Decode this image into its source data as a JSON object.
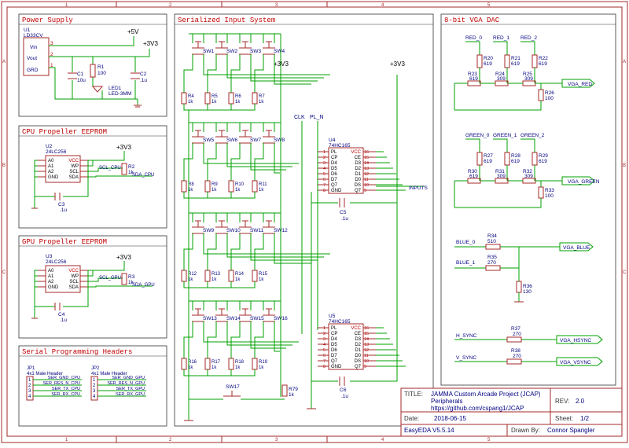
{
  "frame": {
    "columns": [
      "1",
      "2",
      "3",
      "4",
      "5"
    ],
    "rows": [
      "A",
      "B",
      "C"
    ]
  },
  "sections": {
    "power": "Power Supply",
    "cpu_eeprom": "CPU Propeller EEPROM",
    "gpu_eeprom": "GPU Propeller EEPROM",
    "serial": "Serial Programming Headers",
    "input": "Serialized Input System",
    "vga": "8-bit VGA DAC"
  },
  "power": {
    "u1_ref": "U1",
    "u1_part": "LD33CV",
    "pin_vin": "Vin",
    "pin_vout": "Vout",
    "pin_grd": "GRD",
    "pin3": "3",
    "pin2": "2",
    "pin1": "1",
    "rail_5v": "+5V",
    "rail_3v3": "+3V3",
    "c1": "C1",
    "c1v": "10u",
    "r1": "R1",
    "r1v": "100",
    "c2": "C2",
    "c2v": ".1u",
    "led1": "LED1",
    "led1v": "LED-3MM"
  },
  "cpu_eeprom": {
    "u2": "U2",
    "u2v": "24LC256",
    "pins_left": [
      "A0",
      "A1",
      "A2",
      "GND"
    ],
    "pins_right": [
      "VCC",
      "WP",
      "SCL",
      "SDA"
    ],
    "rail": "+3V3",
    "r2": "R2",
    "r2v": "1k",
    "net_scl": "SCL_CPU",
    "net_sda": "SDA_CPU",
    "c3": "C3",
    "c3v": ".1u"
  },
  "gpu_eeprom": {
    "u3": "U3",
    "u3v": "24LC256",
    "pins_left": [
      "A0",
      "A1",
      "A2",
      "GND"
    ],
    "pins_right": [
      "VCC",
      "WP",
      "SCL",
      "SDA"
    ],
    "rail": "+3V3",
    "r3": "R3",
    "r3v": "1k",
    "net_scl": "SCL_GPU",
    "net_sda": "SDA_GPU",
    "c4": "C4",
    "c4v": ".1u"
  },
  "serial": {
    "jp1": "JP1",
    "jp1v": "4x1 Male Header",
    "jp1_nets": [
      "SER_GND_CPU",
      "SER_RES_N_CPU",
      "SER_TX_CPU",
      "SER_RX_CPU"
    ],
    "jp2": "JP2",
    "jp2v": "4x1 Male Header",
    "jp2_nets": [
      "SER_GND_GPU",
      "SER_RES_N_GPU",
      "SER_TX_GPU",
      "SER_RX_GPU"
    ],
    "pins": [
      "1",
      "2",
      "3",
      "4"
    ]
  },
  "input": {
    "switches": [
      "SW1",
      "SW2",
      "SW3",
      "SW4",
      "SW5",
      "SW6",
      "SW7",
      "SW8",
      "SW9",
      "SW10",
      "SW11",
      "SW12",
      "SW13",
      "SW14",
      "SW15",
      "SW16"
    ],
    "resistors": [
      "R4",
      "R5",
      "R6",
      "R7",
      "R8",
      "R9",
      "R10",
      "R11",
      "R12",
      "R13",
      "R14",
      "R15",
      "R16",
      "R17",
      "R18",
      "R19"
    ],
    "rval": "1k",
    "rail_a": "+3V3",
    "rail_b": "+3V3",
    "net_clk": "CLK",
    "net_pln": "PL_N",
    "net_inputs": "INPUTS",
    "u4": "U4",
    "u4v": "74HC165",
    "u5": "U5",
    "u5v": "74HC165",
    "chip_left": [
      "PL",
      "CP",
      "D4",
      "D5",
      "D6",
      "D7",
      "Q7",
      "GND"
    ],
    "chip_right": [
      "VCC",
      "CE",
      "D3",
      "D2",
      "D1",
      "D0",
      "DS",
      "Q7"
    ],
    "pins_left": [
      "1",
      "2",
      "3",
      "4",
      "5",
      "6",
      "7",
      "8"
    ],
    "pins_right": [
      "16",
      "15",
      "14",
      "13",
      "12",
      "11",
      "10",
      "9"
    ],
    "c5": "C5",
    "c5v": ".1u",
    "c6": "C6",
    "c6v": ".1u",
    "sw17": "SW17",
    "r79": "R79",
    "r79v": "1k"
  },
  "vga": {
    "red_nets": [
      "RED_0",
      "RED_1",
      "RED_2"
    ],
    "red_res": [
      [
        "R20",
        "619"
      ],
      [
        "R21",
        "619"
      ],
      [
        "R22",
        "619"
      ]
    ],
    "red_series": [
      [
        "R23",
        "619"
      ],
      [
        "R24",
        "309"
      ],
      [
        "R25",
        "309"
      ]
    ],
    "red_term": [
      "R26",
      "100"
    ],
    "vga_red": "VGA_RED",
    "green_nets": [
      "GREEN_0",
      "GREEN_1",
      "GREEN_2"
    ],
    "green_res": [
      [
        "R27",
        "619"
      ],
      [
        "R28",
        "619"
      ],
      [
        "R29",
        "619"
      ]
    ],
    "green_series": [
      [
        "R30",
        "619"
      ],
      [
        "R31",
        "309"
      ],
      [
        "R32",
        "309"
      ]
    ],
    "green_term": [
      "R33",
      "100"
    ],
    "vga_green": "VGA_GREEN",
    "blue_nets": [
      "BLUE_0",
      "BLUE_1"
    ],
    "blue_res": [
      [
        "R34",
        "510"
      ],
      [
        "R35",
        "270"
      ]
    ],
    "blue_term": [
      "R36",
      "130"
    ],
    "vga_blue": "VGA_BLUE",
    "hsync": "H_SYNC",
    "r37": "R37",
    "r37v": "270",
    "vga_hsync": "VGA_HSYNC",
    "vsync": "V_SYNC",
    "r38": "R38",
    "r38v": "270",
    "vga_vsync": "VGA_VSYNC"
  },
  "titleblock": {
    "title_label": "TITLE:",
    "title": "JAMMA Custom Arcade Project (JCAP)",
    "subtitle": "Peripherals",
    "url": "https://github.com/cspang1/JCAP",
    "rev_label": "REV:",
    "rev": "2.0",
    "date_label": "Date:",
    "date": "2018-06-15",
    "sheet_label": "Sheet:",
    "sheet": "1/2",
    "tool": "EasyEDA V5.5.14",
    "drawn_label": "Drawn By:",
    "drawn": "Connor Spangler"
  },
  "colors": {
    "frame": "#a52a2a",
    "wire": "#00a000",
    "part": "#a52a2a",
    "text": "#000080",
    "pin": "#c00000"
  }
}
